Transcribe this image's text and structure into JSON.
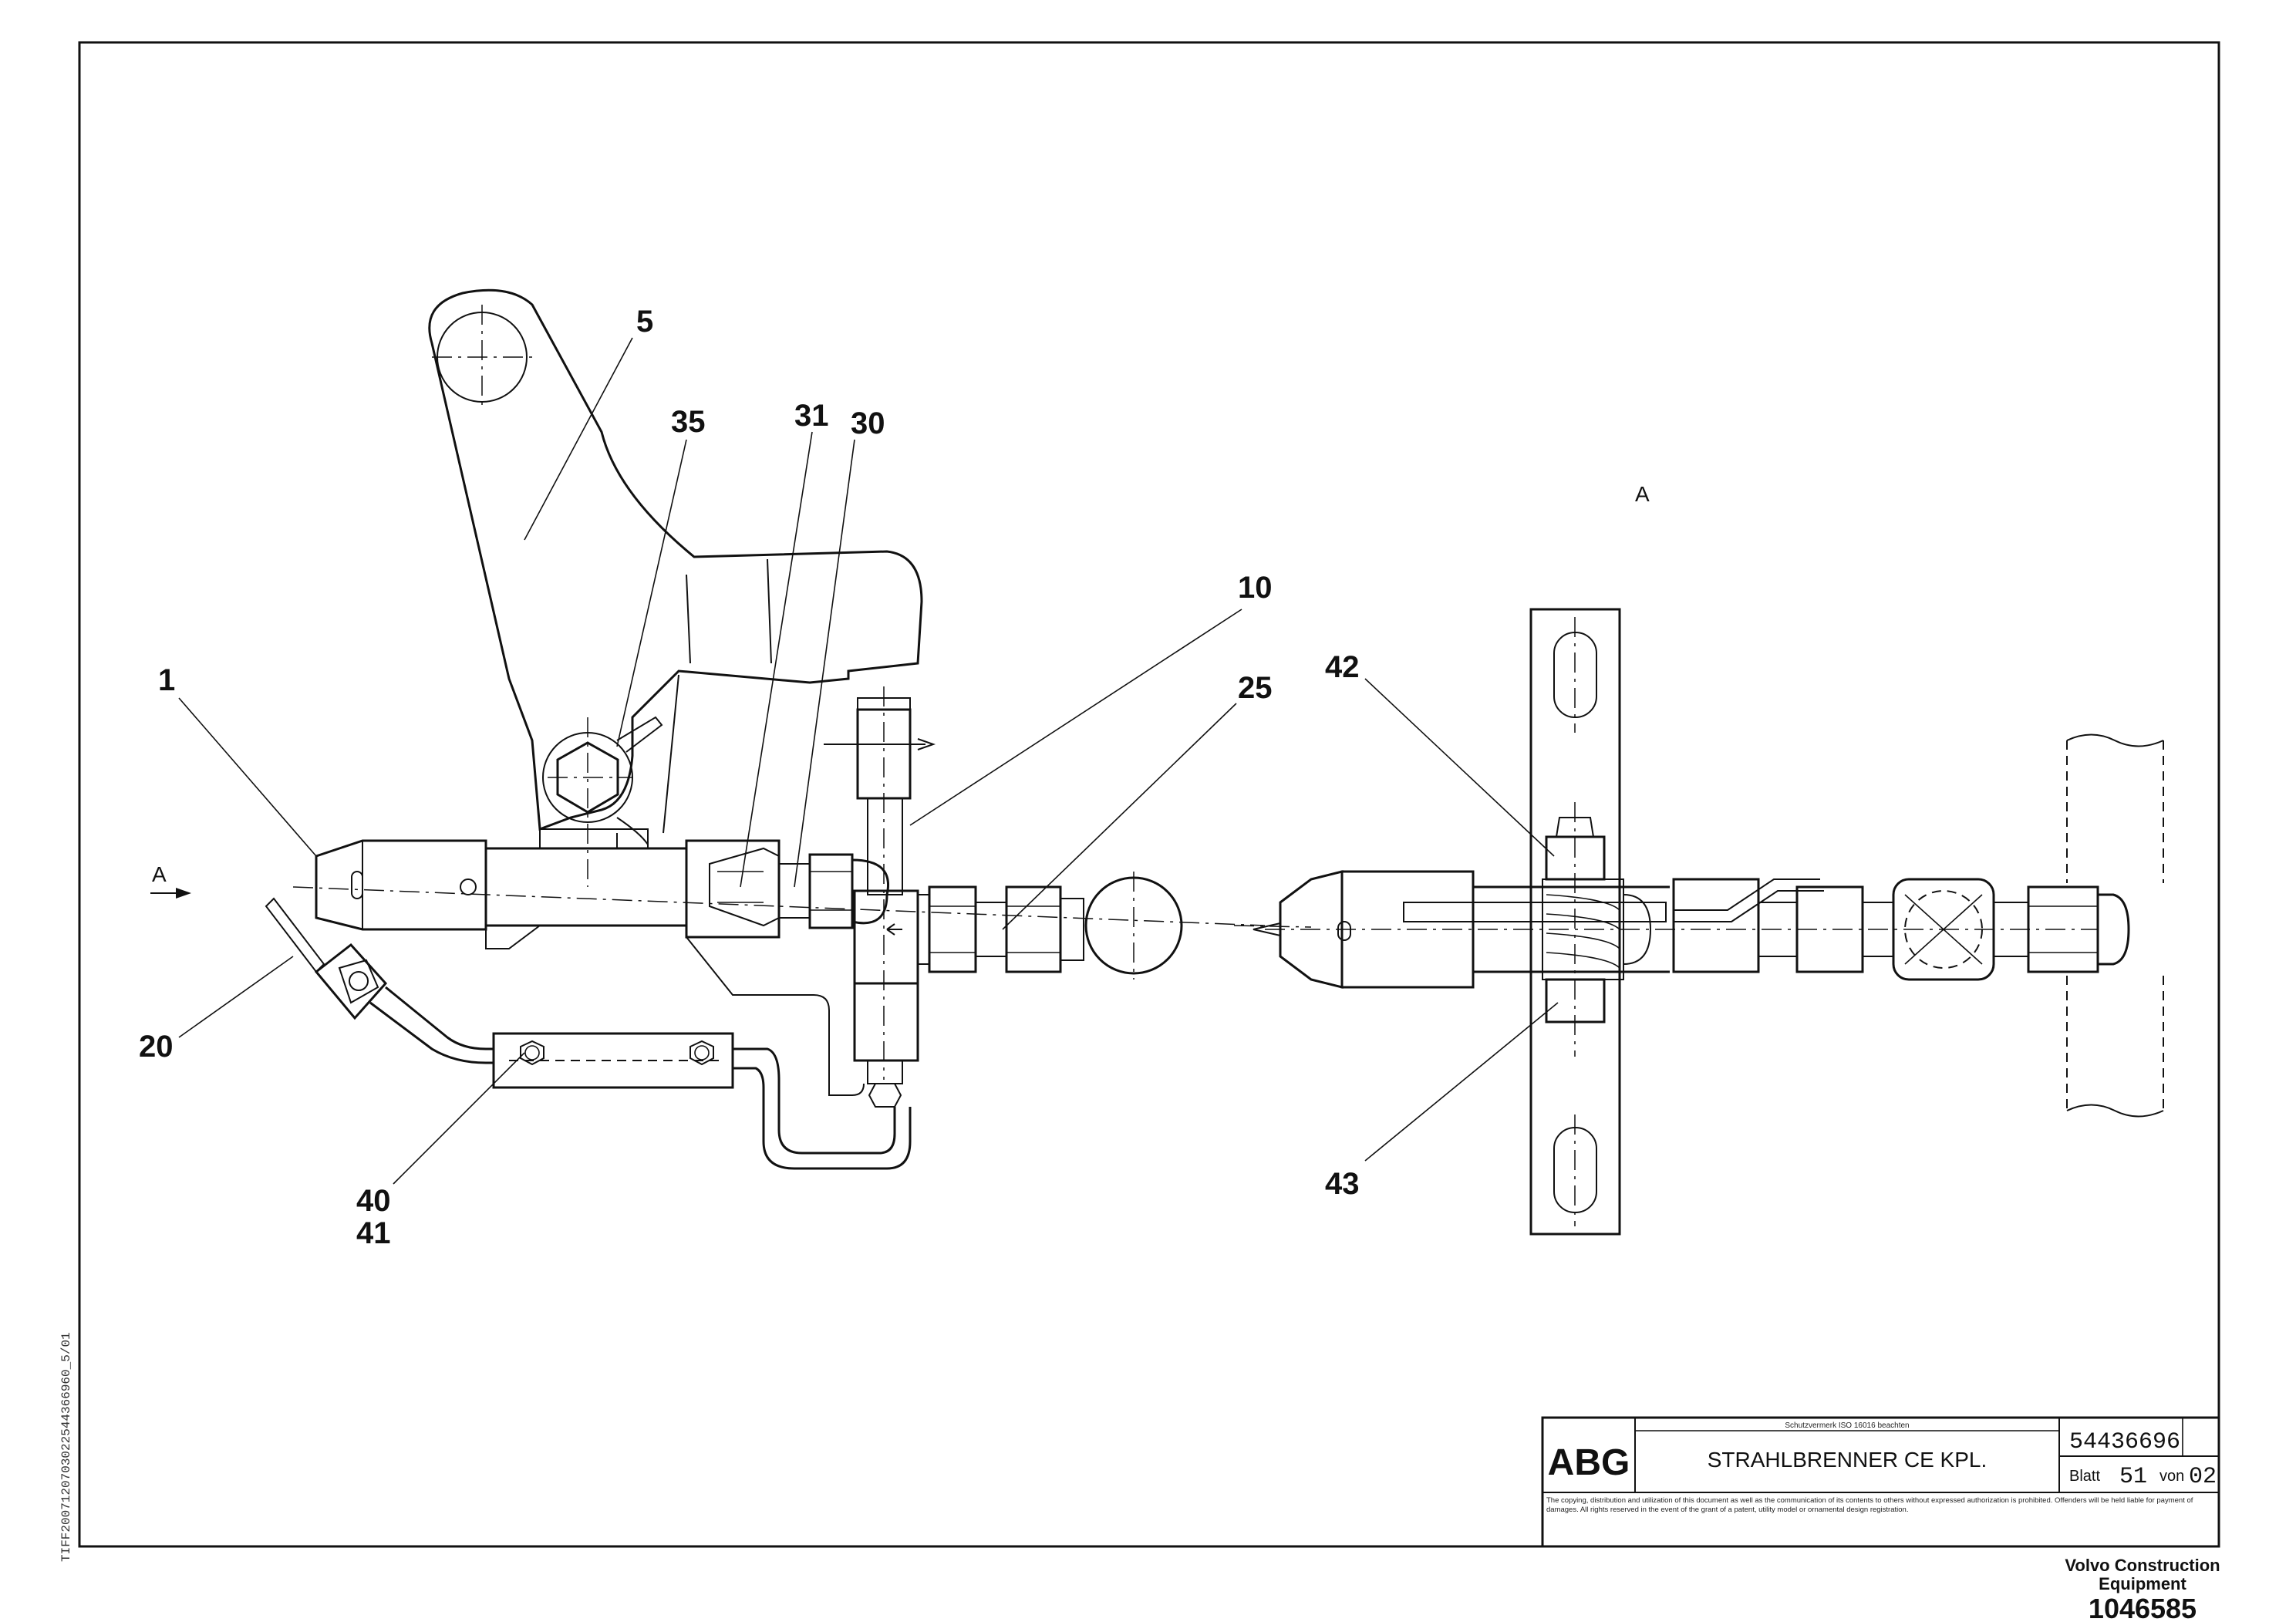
{
  "callouts": {
    "c1": "1",
    "c5": "5",
    "c35": "35",
    "c31": "31",
    "c30": "30",
    "c10": "10",
    "c25": "25",
    "c20": "20",
    "c40": "40",
    "c41": "41",
    "c42": "42",
    "c43": "43"
  },
  "view_marks": {
    "view_a_label": "A",
    "arrow_a_label": "A"
  },
  "title_block": {
    "protection_note": "Schutzvermerk ISO 16016 beachten",
    "logo": "ABG",
    "title": "STRAHLBRENNER CE KPL.",
    "part_number": "54436696",
    "sheet_label": "Blatt",
    "sheet_number": "51",
    "of_label": "von",
    "sheet_total": "02",
    "disclaimer": "The copying, distribution and utilization of this document as well as the communication of its contents to others without expressed authorization is prohibited. Offenders will be held liable for payment of damages. All rights reserved in the event of the grant of a patent, utility model or ornamental design registration."
  },
  "side_code": "TIFF2007120703022544366960_5/01",
  "footer": {
    "company_line1": "Volvo Construction",
    "company_line2": "Equipment",
    "doc_number": "1046585"
  }
}
